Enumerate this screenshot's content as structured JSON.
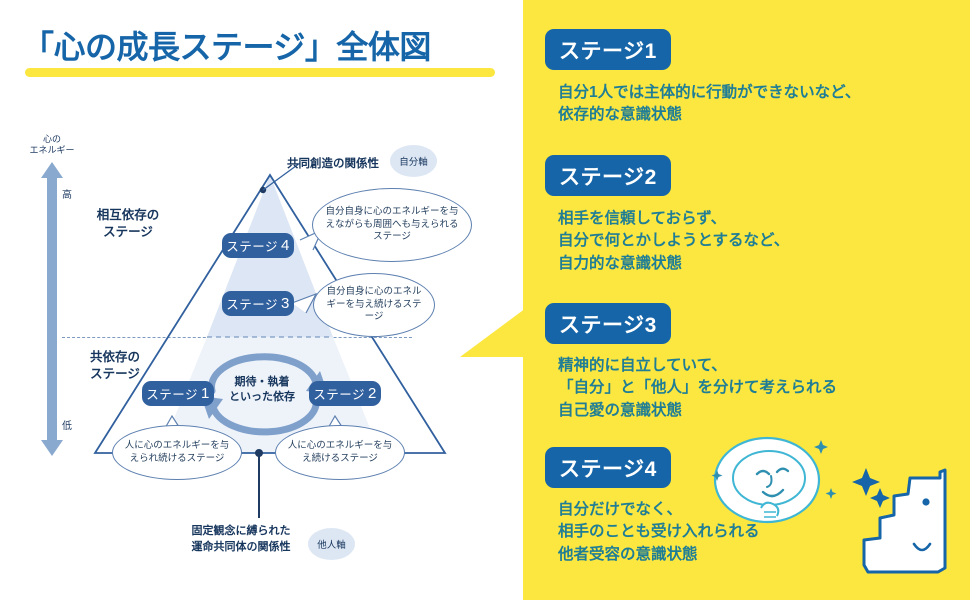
{
  "page": {
    "title": "「心の成長ステージ」全体図"
  },
  "colors": {
    "brand_blue": "#1565a8",
    "accent_yellow": "#fbe73f",
    "pyramid_fill": "#dce6f4",
    "pyramid_stroke": "#31609e",
    "pill_blue": "#31609e",
    "desc_teal": "#1f7d96",
    "axis_blue": "#8aa9cf"
  },
  "diagram": {
    "axis": {
      "caption_line1": "心の",
      "caption_line2": "エネルギー",
      "high_label": "高",
      "low_label": "低"
    },
    "zones": [
      {
        "line1": "相互依存の",
        "line2": "ステージ"
      },
      {
        "line1": "共依存の",
        "line2": "ステージ"
      }
    ],
    "apex_label": "共同創造の関係性",
    "self_axis_oval": "自分軸",
    "other_axis_oval": "他人軸",
    "bottom_label_line1": "固定観念に縛られた",
    "bottom_label_line2": "運命共同体の関係性",
    "cycle_label_line1": "期待・執着",
    "cycle_label_line2": "といった依存",
    "pills": [
      {
        "label": "ステージ",
        "num": "1"
      },
      {
        "label": "ステージ",
        "num": "2"
      },
      {
        "label": "ステージ",
        "num": "3"
      },
      {
        "label": "ステージ",
        "num": "4"
      }
    ],
    "bubbles": {
      "stage4": "自分自身に心のエネルギーを与えながらも周囲へも与えられるステージ",
      "stage3": "自分自身に心のエネルギーを与え続けるステージ",
      "stage1": "人に心のエネルギーを与えられ続けるステージ",
      "stage2": "人に心のエネルギーを与え続けるステージ"
    }
  },
  "panel": {
    "stages": [
      {
        "badge": "ステージ1",
        "description": "自分1人では主体的に行動ができないなど、\n依存的な意識状態"
      },
      {
        "badge": "ステージ2",
        "description": "相手を信頼しておらず、\n自分で何とかしようとするなど、\n自力的な意識状態"
      },
      {
        "badge": "ステージ3",
        "description": "精神的に自立していて、\n「自分」と「他人」を分けて考えられる\n自己愛の意識状態"
      },
      {
        "badge": "ステージ4",
        "description": "自分だけでなく、\n相手のことも受け入れられる\n他者受容の意識状態"
      }
    ]
  }
}
